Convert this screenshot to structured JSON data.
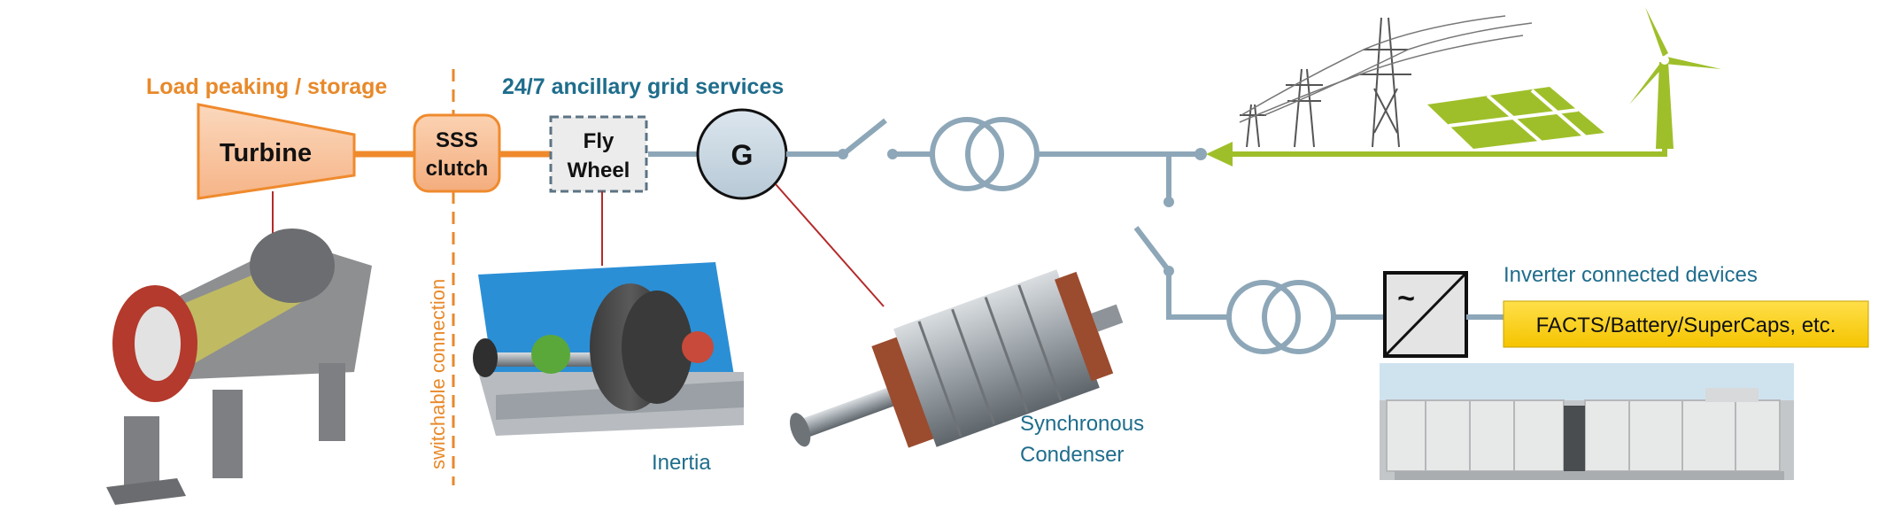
{
  "labels": {
    "load_peaking": "Load peaking / storage",
    "ancillary": "24/7 ancillary grid services",
    "turbine": "Turbine",
    "sss_line1": "SSS",
    "sss_line2": "clutch",
    "fly_line1": "Fly",
    "fly_line2": "Wheel",
    "generator": "G",
    "switchable": "switchable  connection",
    "inertia": "Inertia",
    "sync_line1": "Synchronous",
    "sync_line2": "Condenser",
    "inverter_devices": "Inverter  connected devices",
    "inverter_symbol": "~",
    "facts": "FACTS/Battery/SuperCaps, etc."
  },
  "colors": {
    "orange_text": "#e8892a",
    "teal_text": "#1f6d8c",
    "grid_line": "#8da7b8",
    "renewable": "#9fbf2a",
    "turbine_fill": "#f9c8a4",
    "facts_fill": "#ffd200",
    "leader_red": "#b42a2a"
  }
}
